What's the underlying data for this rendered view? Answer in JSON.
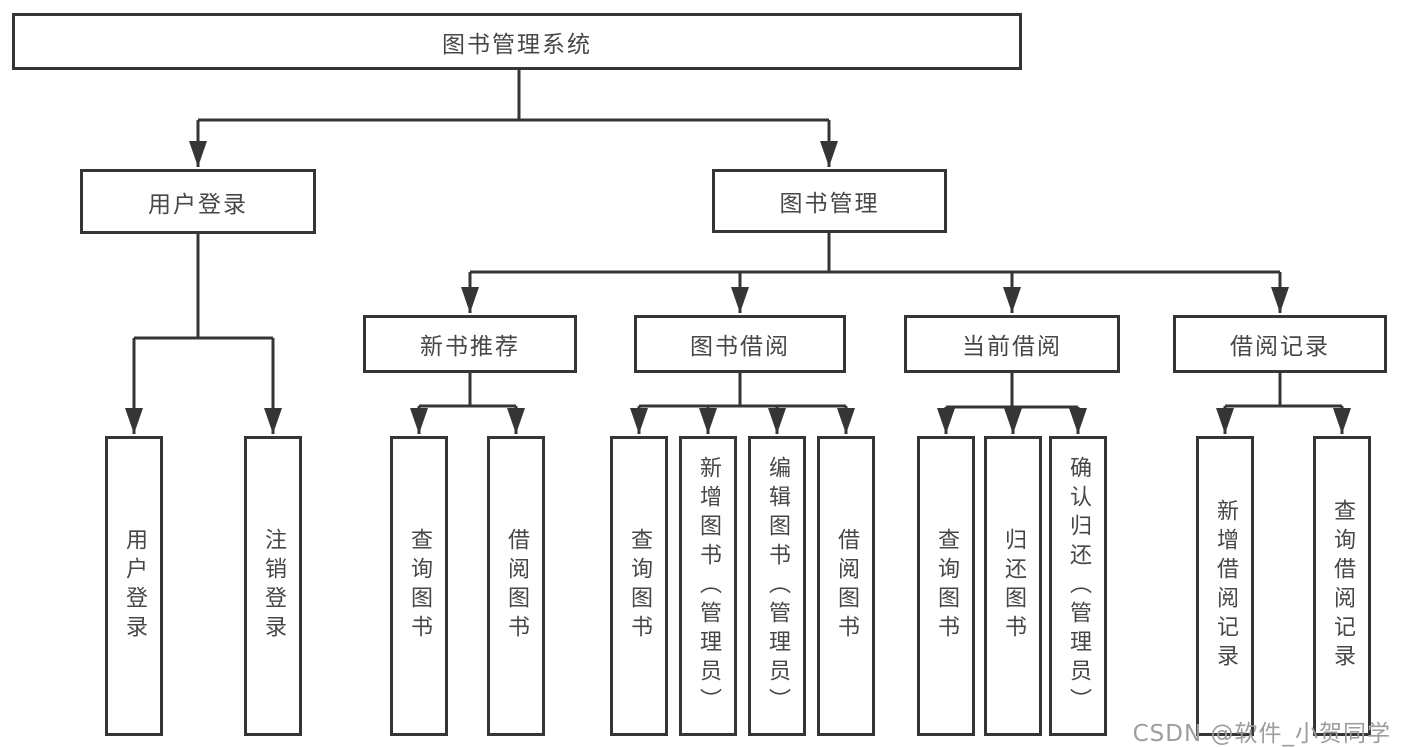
{
  "colors": {
    "line": "#353535",
    "text": "#474747",
    "watermark": "#9d9d9d"
  },
  "nodes": {
    "root": {
      "label": "图书管理系统"
    },
    "branches": [
      {
        "label": "用户登录"
      },
      {
        "label": "图书管理"
      }
    ],
    "sections": [
      {
        "label": "新书推荐"
      },
      {
        "label": "图书借阅"
      },
      {
        "label": "当前借阅"
      },
      {
        "label": "借阅记录"
      }
    ],
    "leaves": [
      {
        "label": "用户登录"
      },
      {
        "label": "注销登录"
      },
      {
        "label": "查询图书"
      },
      {
        "label": "借阅图书"
      },
      {
        "label": "查询图书"
      },
      {
        "label": "新增图书（管理员）"
      },
      {
        "label": "编辑图书（管理员）"
      },
      {
        "label": "借阅图书"
      },
      {
        "label": "查询图书"
      },
      {
        "label": "归还图书"
      },
      {
        "label": "确认归还（管理员）"
      },
      {
        "label": "新增借阅记录"
      },
      {
        "label": "查询借阅记录"
      }
    ]
  },
  "watermark": "CSDN @软件_小贺同学"
}
